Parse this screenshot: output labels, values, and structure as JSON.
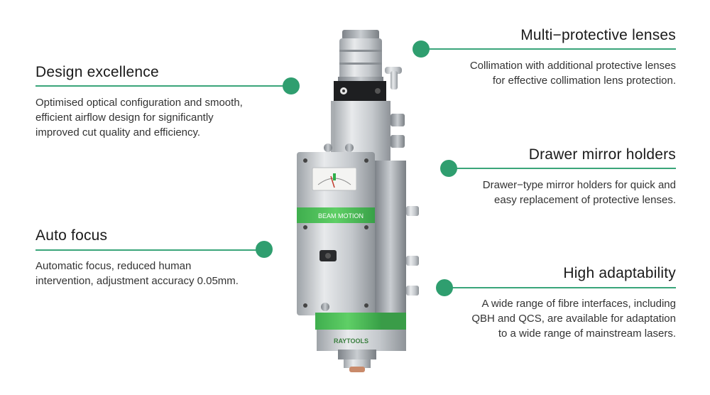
{
  "colors": {
    "accent": "#2f9e6f",
    "product_green": "#4cc05a",
    "product_metal": "#c9ccd0"
  },
  "features": {
    "design": {
      "title": "Design excellence",
      "body": "Optimised optical configuration and smooth,\nefficient airflow design for significantly\nimproved cut quality and efficiency."
    },
    "auto_focus": {
      "title": "Auto focus",
      "body": "Automatic focus, reduced human\nintervention, adjustment accuracy 0.05mm."
    },
    "lenses": {
      "title": "Multi−protective lenses",
      "body": "Collimation with additional protective lenses\nfor effective collimation lens protection."
    },
    "drawer": {
      "title": "Drawer mirror holders",
      "body": "Drawer−type mirror holders for quick and\neasy replacement of protective lenses."
    },
    "adaptability": {
      "title": "High adaptability",
      "body": "A wide range of fibre interfaces, including\nQBH and QCS, are available for adaptation\nto a wide range of mainstream lasers."
    }
  },
  "product": {
    "panel_label": "BEAM MOTION",
    "brand_label": "RAYTOOLS"
  }
}
